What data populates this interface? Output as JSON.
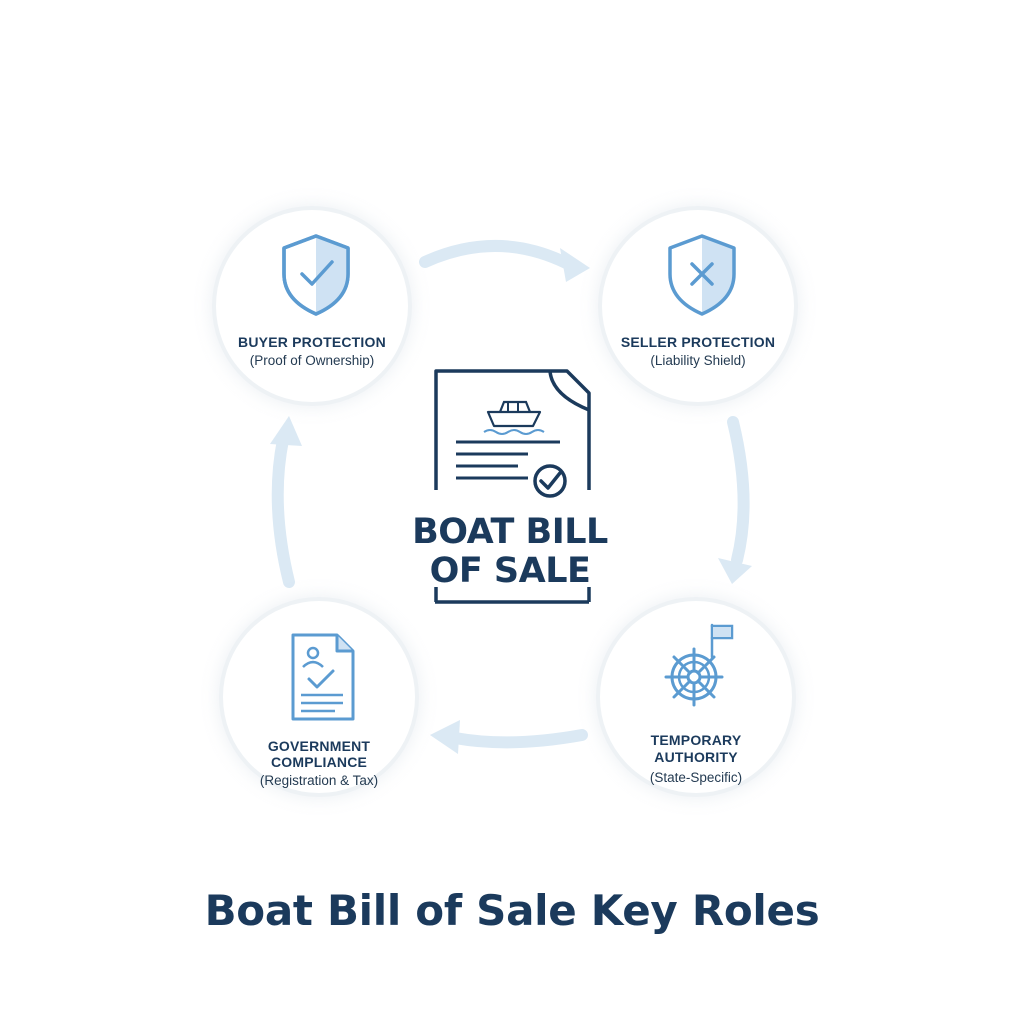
{
  "diagram": {
    "center": {
      "title_line1": "BOAT BILL",
      "title_line2": "OF SALE",
      "icon": "boat-document-check-icon"
    },
    "nodes": [
      {
        "id": "buyer",
        "title": "BUYER PROTECTION",
        "subtitle": "(Proof of Ownership)",
        "icon": "shield-check-icon"
      },
      {
        "id": "seller",
        "title": "SELLER PROTECTION",
        "subtitle": "(Liability Shield)",
        "icon": "shield-x-icon"
      },
      {
        "id": "temporary",
        "title_line1": "TEMPORARY",
        "title_line2": "AUTHORITY",
        "subtitle": "(State-Specific)",
        "icon": "ship-wheel-flag-icon"
      },
      {
        "id": "government",
        "title_line1": "GOVERNMENT",
        "title_line2": "COMPLIANCE",
        "subtitle": "(Registration & Tax)",
        "icon": "registration-document-icon"
      }
    ],
    "cycle_direction": "clockwise",
    "footer_title": "Boat Bill of Sale Key Roles"
  },
  "colors": {
    "navy": "#1b3a5c",
    "icon_blue": "#5b9bd1",
    "icon_light": "#cfe2f3",
    "arrow": "#dbe9f4",
    "circle_border": "#eef2f5"
  }
}
